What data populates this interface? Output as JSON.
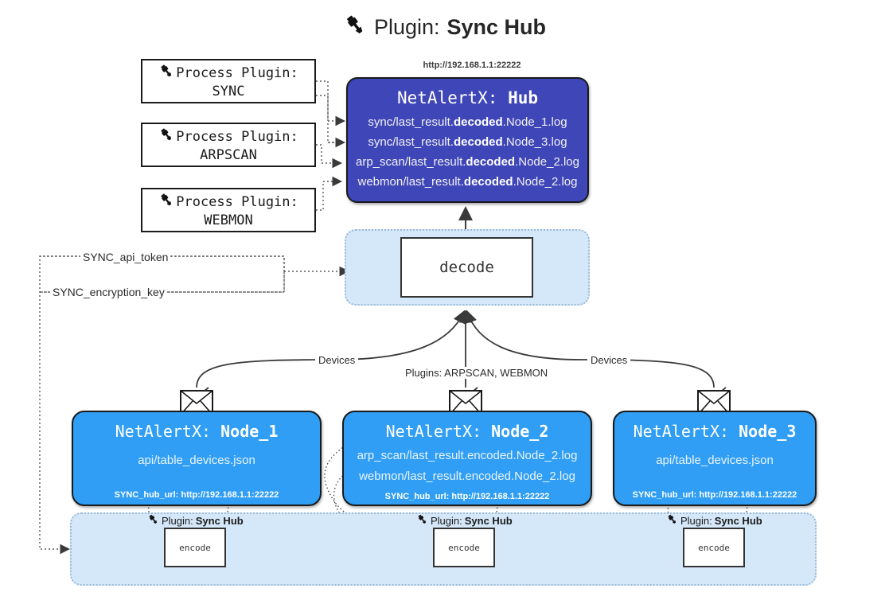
{
  "page": {
    "title_icon": "plug-icon",
    "title_prefix": "Plugin:",
    "title_name": "Sync Hub"
  },
  "colors": {
    "hub_fill": "#3f46b8",
    "node_fill": "#2f9ef4",
    "group_fill": "#d5e8fa",
    "group_border": "#9ab9d6",
    "stroke": "#1a1a1a"
  },
  "process_plugins": [
    {
      "icon": "plug-icon",
      "line1": "Process Plugin:",
      "line2": "SYNC"
    },
    {
      "icon": "plug-icon",
      "line1": "Process Plugin:",
      "line2": "ARPSCAN"
    },
    {
      "icon": "plug-icon",
      "line1": "Process Plugin:",
      "line2": "WEBMON"
    }
  ],
  "hub": {
    "url": "http://192.168.1.1:22222",
    "title_prefix": "NetAlertX:",
    "title_name": "Hub",
    "logs": [
      {
        "pre": "sync/last_result.",
        "mid": "decoded",
        "post": ".Node_1.log"
      },
      {
        "pre": "sync/last_result.",
        "mid": "decoded",
        "post": ".Node_3.log"
      },
      {
        "pre": "arp_scan/last_result.",
        "mid": "decoded",
        "post": ".Node_2.log"
      },
      {
        "pre": "webmon/last_result.",
        "mid": "decoded",
        "post": ".Node_2.log"
      }
    ]
  },
  "decode": {
    "label": "decode"
  },
  "edge_labels": {
    "devices_left": "Devices",
    "devices_right": "Devices",
    "plugins_center": "Plugins: ARPSCAN, WEBMON",
    "sync_api_token": "SYNC_api_token",
    "sync_encryption_key": "SYNC_encryption_key"
  },
  "nodes": [
    {
      "icon": "envelope-icon",
      "title_prefix": "NetAlertX:",
      "title_name": "Node_1",
      "lines": [
        "api/table_devices.json"
      ],
      "footer": "SYNC_hub_url: http://192.168.1.1:22222"
    },
    {
      "icon": "envelope-icon",
      "title_prefix": "NetAlertX:",
      "title_name": "Node_2",
      "lines": [
        "arp_scan/last_result.encoded.Node_2.log",
        "webmon/last_result.encoded.Node_2.log"
      ],
      "footer": "SYNC_hub_url: http://192.168.1.1:22222"
    },
    {
      "icon": "envelope-icon",
      "title_prefix": "NetAlertX:",
      "title_name": "Node_3",
      "lines": [
        "api/table_devices.json"
      ],
      "footer": "SYNC_hub_url: http://192.168.1.1:22222"
    }
  ],
  "encoders": [
    {
      "icon": "plug-icon",
      "label_prefix": "Plugin:",
      "label_name": "Sync Hub",
      "box_label": "encode"
    },
    {
      "icon": "plug-icon",
      "label_prefix": "Plugin:",
      "label_name": "Sync Hub",
      "box_label": "encode"
    },
    {
      "icon": "plug-icon",
      "label_prefix": "Plugin:",
      "label_name": "Sync Hub",
      "box_label": "encode"
    }
  ]
}
